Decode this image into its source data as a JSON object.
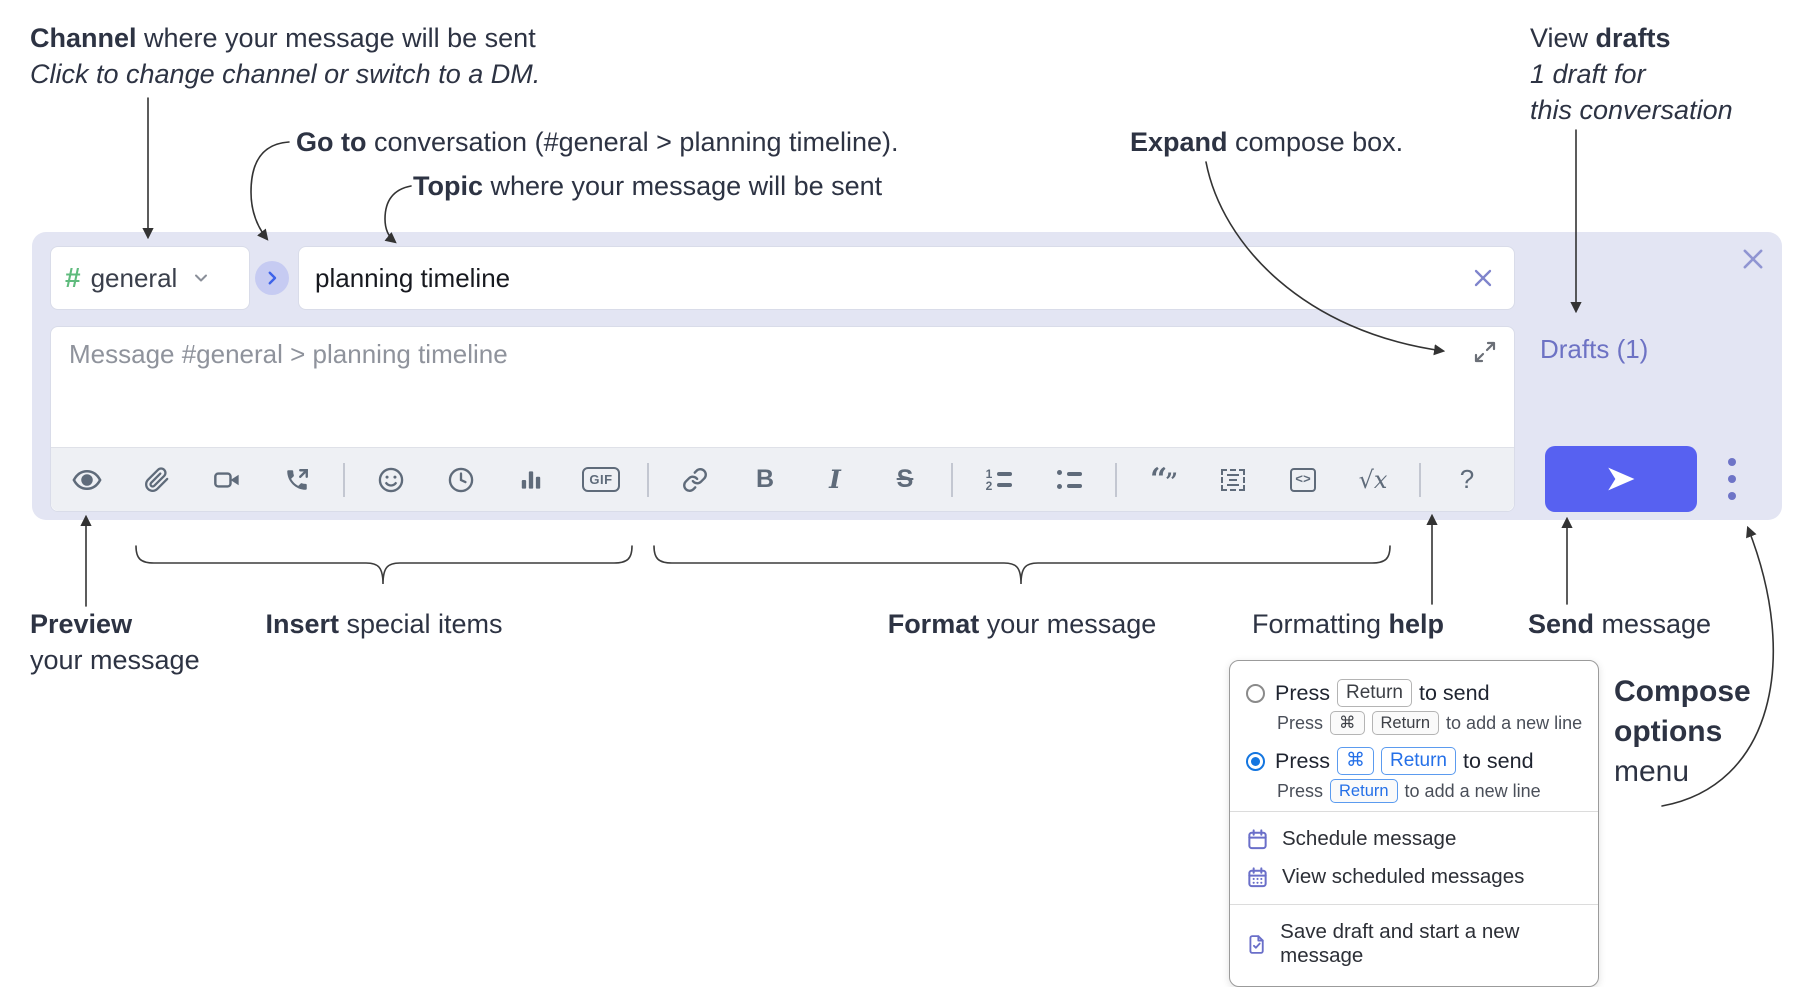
{
  "annotations": {
    "channel_line1_bold": "Channel",
    "channel_line1_rest": " where your message will be sent",
    "channel_line2": "Click to change channel or switch to a DM.",
    "goto_bold": "Go to",
    "goto_rest": " conversation (#general > planning timeline).",
    "topic_bold": "Topic",
    "topic_rest": " where your message will be sent",
    "expand_bold": "Expand",
    "expand_rest": " compose box.",
    "drafts_line1_pre": "View ",
    "drafts_line1_bold": "drafts",
    "drafts_line2": "1 draft for",
    "drafts_line3": "this conversation",
    "preview_bold": "Preview",
    "preview_line2": "your message",
    "insert_bold": "Insert",
    "insert_rest": " special items",
    "format_bold": "Format",
    "format_rest": " your message",
    "help_pre": "Formatting ",
    "help_bold": "help",
    "send_bold": "Send",
    "send_rest": " message",
    "compose_line1": "Compose",
    "compose_line2": "options",
    "compose_line3": "menu"
  },
  "compose": {
    "channel": {
      "hash": "#",
      "name": "general"
    },
    "topic_value": "planning timeline",
    "message_placeholder": "Message #general > planning timeline",
    "drafts_link": "Drafts (1)"
  },
  "toolbar_glyphs": {
    "bold": "B",
    "italic": "I",
    "strike": "S",
    "gif": "GIF",
    "quote_open": "“",
    "quote_close": "”",
    "num1": "1",
    "num2": "2",
    "code": "<>",
    "math_root": "√",
    "math_var": "x",
    "help": "?"
  },
  "popup": {
    "opt1_press": "Press",
    "opt1_key": "Return",
    "opt1_suffix": "to send",
    "opt1_sub_press": "Press",
    "opt1_sub_key1": "⌘",
    "opt1_sub_key2": "Return",
    "opt1_sub_suffix": "to add a new line",
    "opt2_press": "Press",
    "opt2_key1": "⌘",
    "opt2_key2": "Return",
    "opt2_suffix": "to send",
    "opt2_sub_press": "Press",
    "opt2_sub_key": "Return",
    "opt2_sub_suffix": "to add a new line",
    "item_schedule": "Schedule message",
    "item_view_scheduled": "View scheduled messages",
    "item_save_draft": "Save draft and start a new message"
  },
  "colors": {
    "compose_bg": "#e3e5f3",
    "send_button": "#5761f1",
    "link_purple": "#6d72c4",
    "hash_green": "#5fbb7d",
    "circle_chevron_blue": "#3e63e9",
    "icon_gray": "#5f6b7a",
    "menu_icon_purple": "#6a6fc9",
    "radio_blue": "#1476e0",
    "chip_blue": "#2570e8"
  }
}
